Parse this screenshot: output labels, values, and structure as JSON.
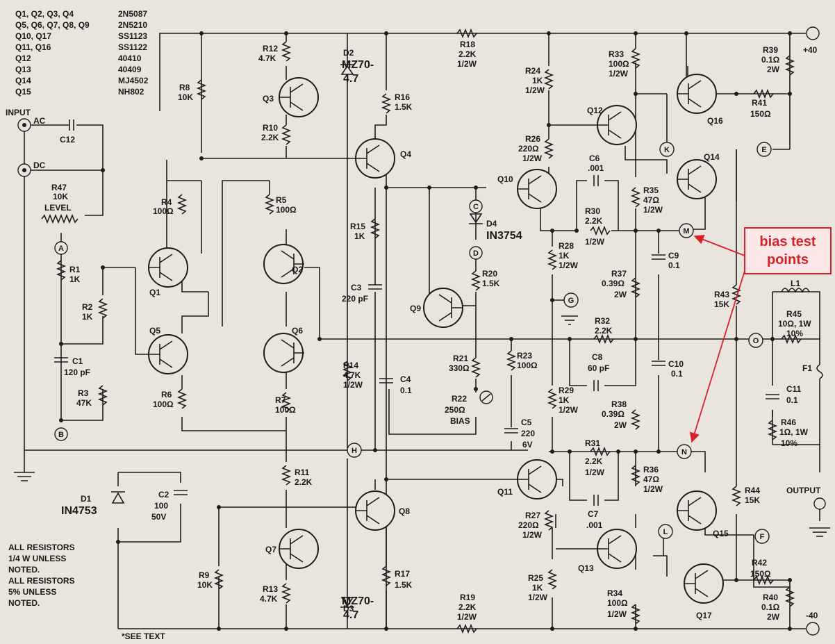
{
  "legend": [
    {
      "refs": "Q1, Q2, Q3, Q4",
      "part": "2N5087"
    },
    {
      "refs": "Q5, Q6, Q7, Q8, Q9",
      "part": "2N5210"
    },
    {
      "refs": "Q10, Q17",
      "part": "SS1123"
    },
    {
      "refs": "Q11, Q16",
      "part": "SS1122"
    },
    {
      "refs": "Q12",
      "part": "40410"
    },
    {
      "refs": "Q13",
      "part": "40409"
    },
    {
      "refs": "Q14",
      "part": "MJ4502"
    },
    {
      "refs": "Q15",
      "part": "NH802"
    }
  ],
  "input": {
    "title": "INPUT",
    "ac": "AC",
    "dc": "DC"
  },
  "supply": {
    "pos": "+40",
    "neg": "-40"
  },
  "output_label": "OUTPUT",
  "notes": [
    "ALL RESISTORS",
    "1/4 W UNLESS",
    "NOTED.",
    "ALL RESISTORS",
    "5% UNLESS",
    "NOTED."
  ],
  "footnote": "*SEE TEXT",
  "callout": {
    "line1": "bias test",
    "line2": "points",
    "color": "#d9202a"
  },
  "test_points": [
    "A",
    "B",
    "C",
    "D",
    "E",
    "F",
    "G",
    "H",
    "K",
    "L",
    "M",
    "N",
    "O"
  ],
  "components": {
    "R1": [
      "R1",
      "1K"
    ],
    "R2": [
      "R2",
      "1K"
    ],
    "R3": [
      "R3",
      "47K"
    ],
    "R47": [
      "R47",
      "10K",
      "LEVEL"
    ],
    "R4": [
      "R4",
      "100Ω"
    ],
    "R5": [
      "R5",
      "100Ω"
    ],
    "R6": [
      "R6",
      "100Ω"
    ],
    "R7": [
      "R7",
      "100Ω"
    ],
    "R8": [
      "R8",
      "10K"
    ],
    "R9": [
      "R9",
      "10K"
    ],
    "R10": [
      "R10",
      "2.2K"
    ],
    "R11": [
      "R11",
      "2.2K"
    ],
    "R12": [
      "R12",
      "4.7K"
    ],
    "R13": [
      "R13",
      "4.7K"
    ],
    "R14": [
      "R14",
      "4.7K",
      "1/2W"
    ],
    "R15": [
      "R15",
      "1K"
    ],
    "R16": [
      "R16",
      "1.5K"
    ],
    "R17": [
      "R17",
      "1.5K"
    ],
    "R18": [
      "R18",
      "2.2K",
      "1/2W"
    ],
    "R19": [
      "R19",
      "2.2K",
      "1/2W"
    ],
    "R20": [
      "R20",
      "1.5K"
    ],
    "R21": [
      "R21",
      "330Ω"
    ],
    "R22": [
      "R22",
      "250Ω",
      "BIAS"
    ],
    "R23": [
      "R23",
      "100Ω"
    ],
    "R24": [
      "R24",
      "1K",
      "1/2W"
    ],
    "R25": [
      "R25",
      "1K",
      "1/2W"
    ],
    "R26": [
      "R26",
      "220Ω",
      "1/2W"
    ],
    "R27": [
      "R27",
      "220Ω",
      "1/2W"
    ],
    "R28": [
      "R28",
      "1K",
      "1/2W"
    ],
    "R29": [
      "R29",
      "1K",
      "1/2W"
    ],
    "R30": [
      "R30",
      "2.2K",
      "1/2W"
    ],
    "R31": [
      "R31",
      "2.2K",
      "1/2W"
    ],
    "R32": [
      "R32",
      "2.2K"
    ],
    "R33": [
      "R33",
      "100Ω",
      "1/2W"
    ],
    "R34": [
      "R34",
      "100Ω",
      "1/2W"
    ],
    "R35": [
      "R35",
      "47Ω",
      "1/2W"
    ],
    "R36": [
      "R36",
      "47Ω",
      "1/2W"
    ],
    "R37": [
      "R37",
      "0.39Ω",
      "2W"
    ],
    "R38": [
      "R38",
      "0.39Ω",
      "2W"
    ],
    "R39": [
      "R39",
      "0.1Ω",
      "2W"
    ],
    "R40": [
      "R40",
      "0.1Ω",
      "2W"
    ],
    "R41": [
      "R41",
      "150Ω"
    ],
    "R42": [
      "R42",
      "150Ω"
    ],
    "R43": [
      "R43",
      "15K"
    ],
    "R44": [
      "R44",
      "15K"
    ],
    "R45": [
      "R45",
      "10Ω, 1W",
      "10%"
    ],
    "R46": [
      "R46",
      "1Ω, 1W",
      "10%"
    ],
    "C1": [
      "C1",
      "120 pF"
    ],
    "C2": [
      "C2",
      "100",
      "50V"
    ],
    "C3": [
      "C3",
      "220 pF"
    ],
    "C4": [
      "C4",
      "0.1"
    ],
    "C5": [
      "C5",
      "220",
      "6V"
    ],
    "C6": [
      "C6",
      ".001"
    ],
    "C7": [
      "C7",
      ".001"
    ],
    "C8": [
      "C8",
      "60 pF"
    ],
    "C9": [
      "C9",
      "0.1"
    ],
    "C10": [
      "C10",
      "0.1"
    ],
    "C11": [
      "C11",
      "0.1"
    ],
    "C12": [
      "C12"
    ],
    "D1": [
      "D1",
      "IN4753"
    ],
    "D2": [
      "D2",
      "MZ70-",
      "4.7"
    ],
    "D3": [
      "D3",
      "MZ70-",
      "4.7"
    ],
    "D4": [
      "D4",
      "IN3754"
    ],
    "L1": [
      "L1"
    ],
    "F1": [
      "F1"
    ]
  },
  "transistors": [
    "Q1",
    "Q2",
    "Q3",
    "Q4",
    "Q5",
    "Q6",
    "Q7",
    "Q8",
    "Q9",
    "Q10",
    "Q11",
    "Q12",
    "Q13",
    "Q14",
    "Q15",
    "Q16",
    "Q17"
  ]
}
